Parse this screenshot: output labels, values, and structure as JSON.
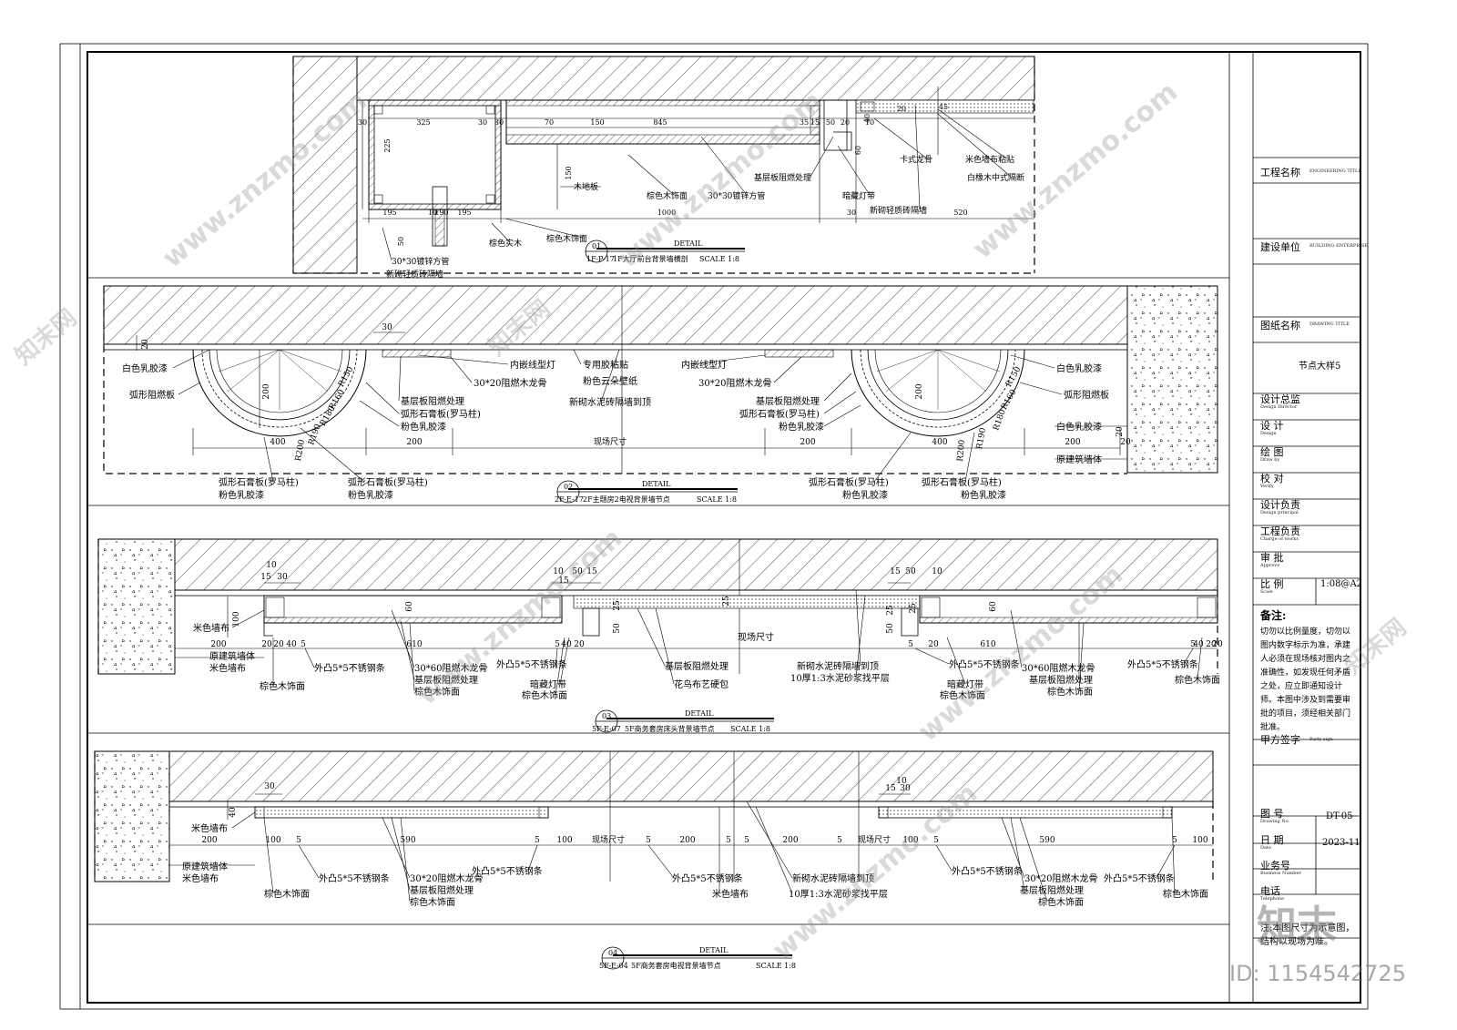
{
  "details": [
    {
      "num": "01",
      "ref": "1F-P-17",
      "word": "DETAIL",
      "title": "1F大厅前台背景墙横剖",
      "scale": "SCALE 1:8"
    },
    {
      "num": "02",
      "ref": "2F-E-17",
      "word": "DETAIL",
      "title": "2F主题房2电视背景墙节点",
      "scale": "SCALE 1:8"
    },
    {
      "num": "03",
      "ref": "5F-E-07",
      "word": "DETAIL",
      "title": "5F商务套房床头背景墙节点",
      "scale": "SCALE 1:8"
    },
    {
      "num": "04",
      "ref": "5F-E-04",
      "word": "DETAIL",
      "title": "5F商务套房电视背景墙节点",
      "scale": "SCALE 1:8"
    }
  ],
  "d1": {
    "dims_top": [
      "30",
      "325",
      "30",
      "30",
      "70",
      "150",
      "845",
      "35",
      "15",
      "50",
      "20",
      "10",
      "20",
      "45"
    ],
    "dims_side": [
      "225",
      "150",
      "30",
      "30",
      "150",
      "60",
      "40"
    ],
    "dims_bottom": [
      "195",
      "10",
      "190",
      "195",
      "1000",
      "30",
      "520",
      "50"
    ],
    "labels": [
      "木地板",
      "棕色木饰面",
      "30*30镀锌方管",
      "基层板阻燃处理",
      "暗藏灯带",
      "卡式龙骨",
      "米色墙布粘贴",
      "白橡木中式隔断",
      "新砌轻质砖隔墙",
      "棕色木饰面",
      "棕色实木",
      "30*30镀锌方管",
      "新砌轻质砖隔墙"
    ]
  },
  "d2": {
    "dims": [
      "30",
      "20",
      "200",
      "R150",
      "R160",
      "R180",
      "R190",
      "R200",
      "400",
      "200",
      "200",
      "400",
      "20",
      "20"
    ],
    "labels": [
      "白色乳胶漆",
      "弧形阻燃板",
      "内嵌线型灯",
      "专用胶粘贴",
      "粉色云朵壁纸",
      "30*20阻燃木龙骨",
      "新砌水泥砖隔墙到顶",
      "基层板阻燃处理",
      "弧形石膏板(罗马柱)",
      "粉色乳胶漆",
      "现场尺寸",
      "内嵌线型灯",
      "30*20阻燃木龙骨",
      "基层板阻燃处理",
      "弧形石膏板(罗马柱)",
      "粉色乳胶漆",
      "白色乳胶漆",
      "弧形阻燃板",
      "白色乳胶漆",
      "原建筑墙体",
      "弧形石膏板(罗马柱)",
      "粉色乳胶漆",
      "弧形石膏板(罗马柱)",
      "粉色乳胶漆",
      "弧形石膏板(罗马柱)",
      "粉色乳胶漆",
      "弧形石膏板(罗马柱)",
      "粉色乳胶漆"
    ]
  },
  "d3": {
    "dims": [
      "10",
      "15",
      "30",
      "100",
      "60",
      "200",
      "20",
      "20",
      "40",
      "5",
      "610",
      "5",
      "40",
      "20",
      "10",
      "50",
      "15",
      "15",
      "25",
      "50",
      "25",
      "50",
      "15",
      "50",
      "10",
      "25",
      "60",
      "610",
      "5",
      "40",
      "20",
      "20"
    ],
    "labels": [
      "米色墙布",
      "原建筑墙体",
      "米色墙布",
      "棕色木饰面",
      "外凸5*5不锈钢条",
      "30*60阻燃木龙骨",
      "基层板阻燃处理",
      "棕色木饰面",
      "外凸5*5不锈钢条",
      "暗藏灯带",
      "棕色木饰面",
      "基层板阻燃处理",
      "花鸟布艺硬包",
      "现场尺寸",
      "新砌水泥砖隔墙到顶",
      "10厚1:3水泥砂浆找平层",
      "外凸5*5不锈钢条",
      "30*60阻燃木龙骨",
      "暗藏灯带",
      "棕色木饰面",
      "基层板阻燃处理",
      "棕色木饰面",
      "外凸5*5不锈钢条",
      "棕色木饰面"
    ]
  },
  "d4": {
    "dims": [
      "30",
      "40",
      "200",
      "100",
      "5",
      "590",
      "5",
      "100",
      "5",
      "200",
      "5",
      "5",
      "200",
      "5",
      "100",
      "5",
      "590",
      "5",
      "100",
      "15",
      "30",
      "10"
    ],
    "labels": [
      "米色墙布",
      "原建筑墙体",
      "米色墙布",
      "棕色木饰面",
      "外凸5*5不锈钢条",
      "30*20阻燃木龙骨",
      "基层板阻燃处理",
      "棕色木饰面",
      "外凸5*5不锈钢条",
      "现场尺寸",
      "外凸5*5不锈钢条",
      "米色墙布",
      "新砌水泥砖隔墙到顶",
      "10厚1:3水泥砂浆找平层",
      "现场尺寸",
      "外凸5*5不锈钢条",
      "30*20阻燃木龙骨",
      "基层板阻燃处理",
      "棕色木饰面",
      "外凸5*5不锈钢条",
      "棕色木饰面"
    ]
  },
  "titleblock": {
    "project_label": "工程名称",
    "project_en": "ENGINEERING TITLE",
    "client_label": "建设单位",
    "client_en": "BUILDING ENTERPRISE",
    "drawing_label": "图纸名称",
    "drawing_en": "DRAWING TITLE",
    "drawing_name": "节点大样5",
    "design_director": "设计总监",
    "design_director_en": "Design Director",
    "design": "设 计",
    "design_en": "Design",
    "draw": "绘 图",
    "draw_en": "Draw by",
    "verify": "校 对",
    "verify_en": "Verify",
    "design_principal": "设计负责",
    "design_principal_en": "Design principal",
    "charge": "工程负责",
    "charge_en": "Charge of works",
    "approve": "审 批",
    "approve_en": "Approve",
    "scale": "比 例",
    "scale_en": "Scale",
    "scale_val": "1:08@A2",
    "remarks_label": "备注:",
    "remarks": "切勿以比例量度，切勿以图内数字标示为准，承建人必须在现场核对图内之准确性，如发现任何矛盾之处，应立即通知设计师。本图中涉及到需要审批的项目，须经相关部门批准。",
    "party_sign": "甲方签字",
    "party_sign_en": "Party sign",
    "drawing_no": "图 号",
    "drawing_no_en": "Drawing No.",
    "drawing_no_val": "DT-05",
    "date": "日 期",
    "date_en": "Date",
    "date_val": "2023-11",
    "business": "业务号",
    "business_en": "Business Number",
    "tel": "电话",
    "tel_en": "Telephone",
    "note": "注:本图尺寸为示意图，结构以现场为准。"
  },
  "watermark": {
    "site": "www.znzmo.com",
    "brand": "知末网",
    "logo": "知末",
    "id": "ID: 1154542725"
  }
}
